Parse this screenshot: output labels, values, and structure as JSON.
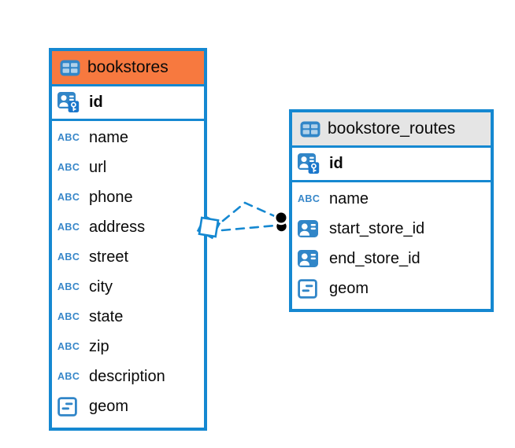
{
  "diagram": {
    "colors": {
      "border_blue": "#1588D1",
      "icon_blue": "#3186C8",
      "icon_key_blue": "#1B77CB",
      "orange_header": "#F7793F",
      "gray_header": "#E5E5E5",
      "text": "#0A0A0A",
      "connector_blue": "#1588D1",
      "marker_black": "#000000"
    },
    "icons": {
      "abc_text": "ABC",
      "header_icon": "table-icon"
    },
    "relationship": {
      "style": "dashed",
      "from_table": "bookstore_routes",
      "to_table": "bookstores"
    },
    "tables": [
      {
        "name": "bookstores",
        "header_bg": "#F7793F",
        "header_icon": "table-icon",
        "columns": [
          {
            "name": "id",
            "icon": "primary-key-icon",
            "bold": true
          },
          {
            "name": "name",
            "icon": "text-type-icon"
          },
          {
            "name": "url",
            "icon": "text-type-icon"
          },
          {
            "name": "phone",
            "icon": "text-type-icon"
          },
          {
            "name": "address",
            "icon": "text-type-icon"
          },
          {
            "name": "street",
            "icon": "text-type-icon"
          },
          {
            "name": "city",
            "icon": "text-type-icon"
          },
          {
            "name": "state",
            "icon": "text-type-icon"
          },
          {
            "name": "zip",
            "icon": "text-type-icon"
          },
          {
            "name": "description",
            "icon": "text-type-icon"
          },
          {
            "name": "geom",
            "icon": "geometry-icon"
          }
        ]
      },
      {
        "name": "bookstore_routes",
        "header_bg": "#E5E5E5",
        "header_icon": "table-icon",
        "columns": [
          {
            "name": "id",
            "icon": "primary-key-icon",
            "bold": true
          },
          {
            "name": "name",
            "icon": "text-type-icon"
          },
          {
            "name": "start_store_id",
            "icon": "reference-icon"
          },
          {
            "name": "end_store_id",
            "icon": "reference-icon"
          },
          {
            "name": "geom",
            "icon": "geometry-icon"
          }
        ]
      }
    ]
  }
}
